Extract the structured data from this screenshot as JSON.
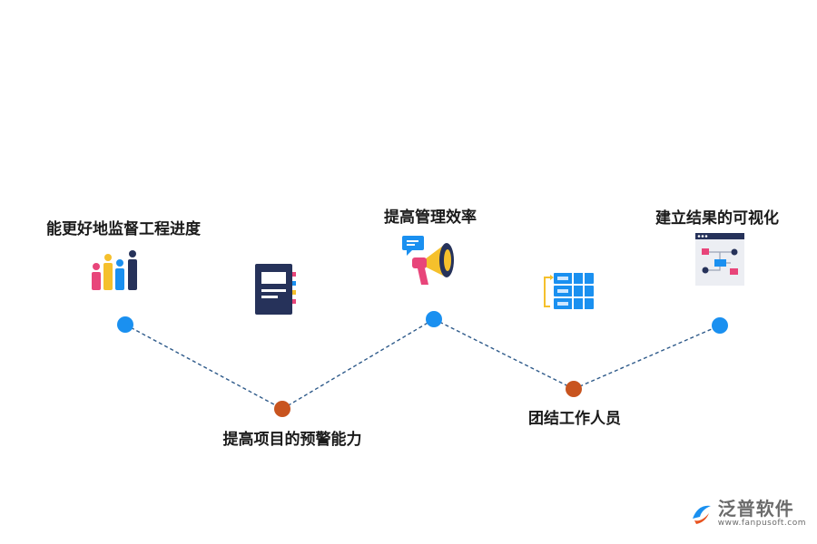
{
  "steps": [
    {
      "label": "能更好地监督工程进度",
      "node_color": "#1a90f0",
      "icon": "bar-chart-icon"
    },
    {
      "label": "提高项目的预警能力",
      "node_color": "#c8541f",
      "icon": "document-icon"
    },
    {
      "label": "提高管理效率",
      "node_color": "#1a90f0",
      "icon": "megaphone-icon"
    },
    {
      "label": "团结工作人员",
      "node_color": "#c8541f",
      "icon": "server-stack-icon"
    },
    {
      "label": "建立结果的可视化",
      "node_color": "#1a90f0",
      "icon": "flowchart-icon"
    }
  ],
  "connector_color": "#2e5a8a",
  "brand": {
    "name": "泛普软件",
    "url": "www.fanpusoft.com",
    "icon": "fanpu-logo-icon"
  }
}
